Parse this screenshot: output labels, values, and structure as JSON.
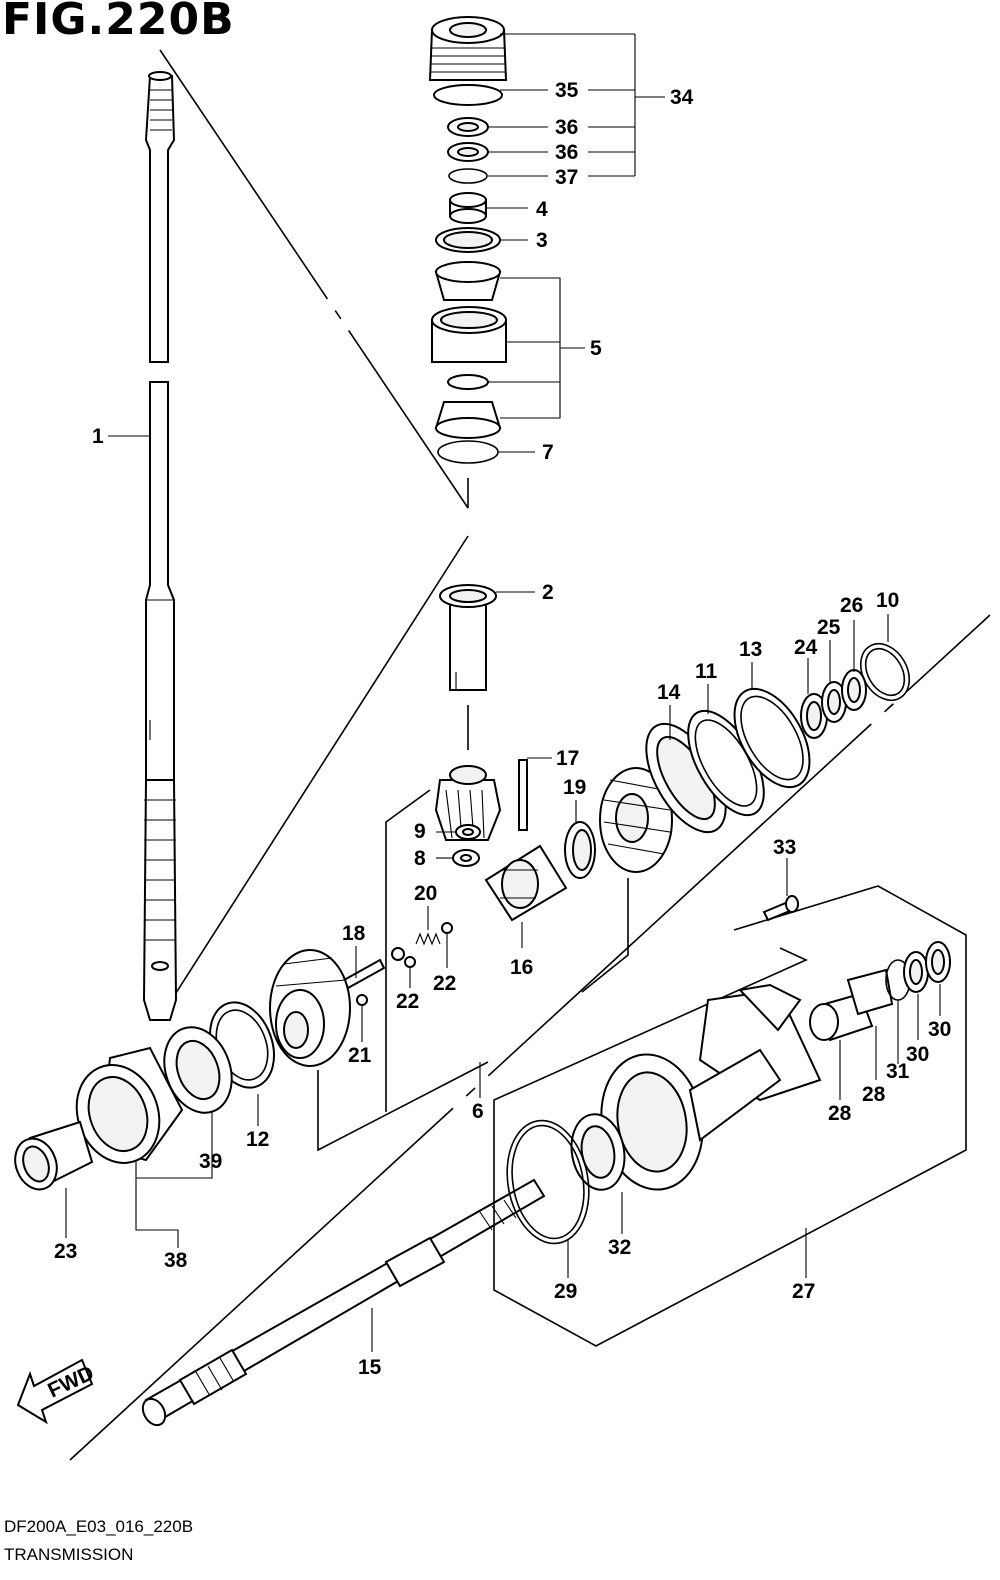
{
  "figure": {
    "title": "FIG.220B"
  },
  "caption": {
    "code": "DF200A_E03_016_220B",
    "name": "TRANSMISSION"
  },
  "fwd_arrow": {
    "label": "FWD"
  },
  "callouts": [
    {
      "id": "c35",
      "label": "35"
    },
    {
      "id": "c34",
      "label": "34"
    },
    {
      "id": "c36a",
      "label": "36"
    },
    {
      "id": "c36b",
      "label": "36"
    },
    {
      "id": "c37",
      "label": "37"
    },
    {
      "id": "c4",
      "label": "4"
    },
    {
      "id": "c3",
      "label": "3"
    },
    {
      "id": "c5",
      "label": "5"
    },
    {
      "id": "c7",
      "label": "7"
    },
    {
      "id": "c1",
      "label": "1"
    },
    {
      "id": "c2",
      "label": "2"
    },
    {
      "id": "c26",
      "label": "26"
    },
    {
      "id": "c10",
      "label": "10"
    },
    {
      "id": "c25",
      "label": "25"
    },
    {
      "id": "c24",
      "label": "24"
    },
    {
      "id": "c13",
      "label": "13"
    },
    {
      "id": "c11",
      "label": "11"
    },
    {
      "id": "c14",
      "label": "14"
    },
    {
      "id": "c17",
      "label": "17"
    },
    {
      "id": "c19",
      "label": "19"
    },
    {
      "id": "c9",
      "label": "9"
    },
    {
      "id": "c8",
      "label": "8"
    },
    {
      "id": "c20",
      "label": "20"
    },
    {
      "id": "c18",
      "label": "18"
    },
    {
      "id": "c16",
      "label": "16"
    },
    {
      "id": "c22a",
      "label": "22"
    },
    {
      "id": "c22b",
      "label": "22"
    },
    {
      "id": "c21",
      "label": "21"
    },
    {
      "id": "c33",
      "label": "33"
    },
    {
      "id": "c30a",
      "label": "30"
    },
    {
      "id": "c30b",
      "label": "30"
    },
    {
      "id": "c31",
      "label": "31"
    },
    {
      "id": "c28a",
      "label": "28"
    },
    {
      "id": "c28b",
      "label": "28"
    },
    {
      "id": "c6",
      "label": "6"
    },
    {
      "id": "c12",
      "label": "12"
    },
    {
      "id": "c39",
      "label": "39"
    },
    {
      "id": "c23",
      "label": "23"
    },
    {
      "id": "c38",
      "label": "38"
    },
    {
      "id": "c32",
      "label": "32"
    },
    {
      "id": "c29",
      "label": "29"
    },
    {
      "id": "c27",
      "label": "27"
    },
    {
      "id": "c15",
      "label": "15"
    }
  ]
}
